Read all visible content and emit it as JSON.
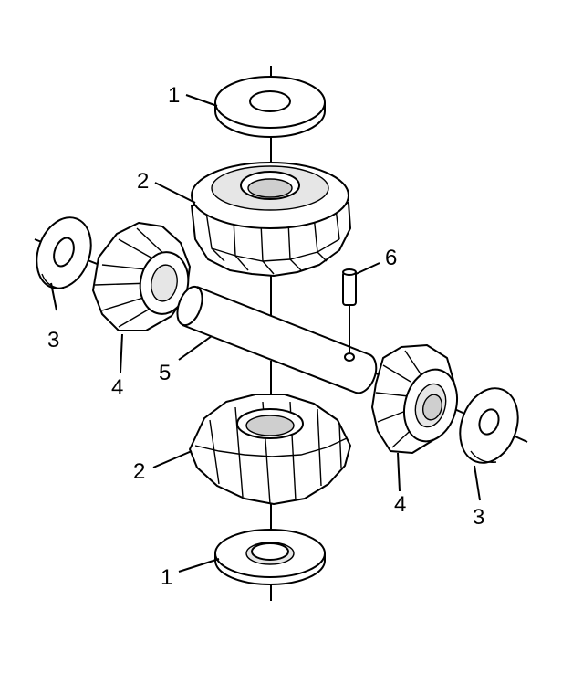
{
  "labels": {
    "washer_top": "1",
    "washer_bottom": "1",
    "side_gear_top": "2",
    "side_gear_bottom": "2",
    "thrust_washer_left": "3",
    "thrust_washer_right": "3",
    "pinion_gear_left": "4",
    "pinion_gear_right": "4",
    "pinion_shaft": "5",
    "lock_pin": "6"
  }
}
